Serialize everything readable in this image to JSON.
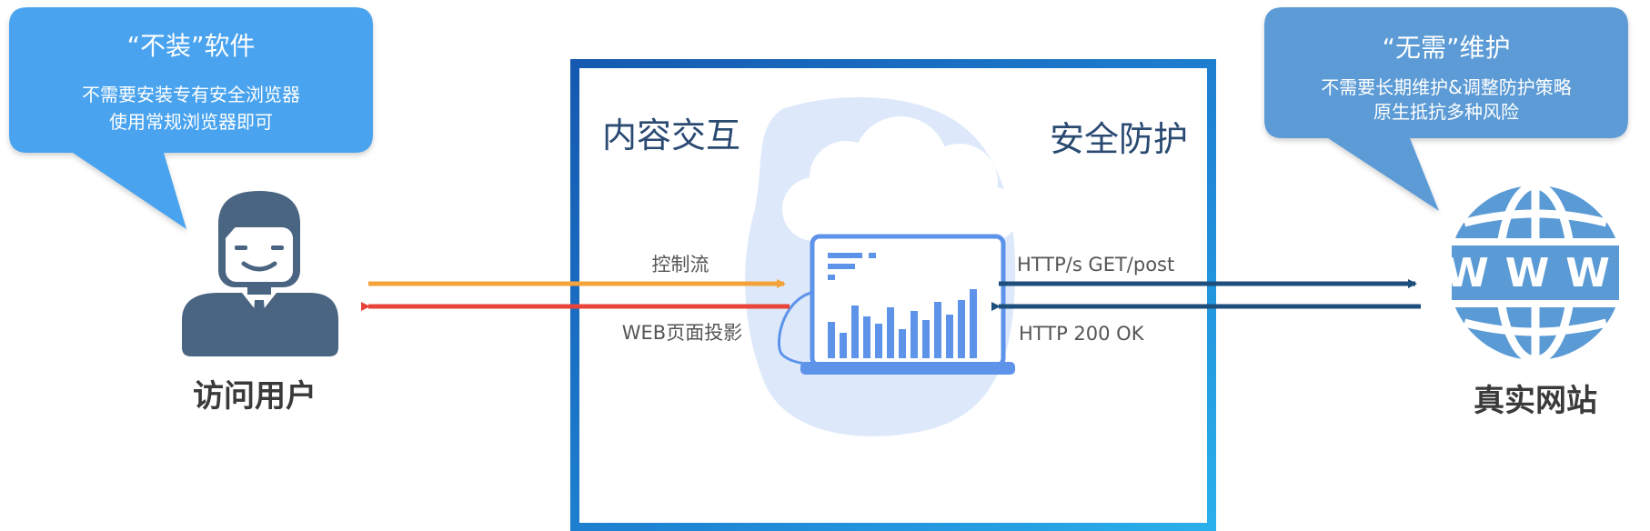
{
  "left_bubble": {
    "title": "“不装”软件",
    "line1": "不需要安装专有安全浏览器",
    "line2": "使用常规浏览器即可"
  },
  "right_bubble": {
    "title": "“无需”维护",
    "line1": "不需要长期维护&调整防护策略",
    "line2": "原生抵抗多种风险"
  },
  "center_box": {
    "left_label": "内容交互",
    "right_label": "安全防护"
  },
  "flows": {
    "control_flow": "控制流",
    "web_projection": "WEB页面投影",
    "http_request": "HTTP/s GET/post",
    "http_response": "HTTP 200 OK"
  },
  "user_label": "访问用户",
  "website_label": "真实网站",
  "globe_text": "WWW",
  "colors": {
    "bubble_left": "#4aa3ee",
    "bubble_right": "#5b9bd5",
    "user_icon": "#4a6582",
    "globe": "#5b9bd5",
    "orange_arrow": "#f4a23a",
    "red_arrow": "#e8443a",
    "navy_arrow": "#1d4e7c",
    "box_border": "#1b78c8"
  }
}
